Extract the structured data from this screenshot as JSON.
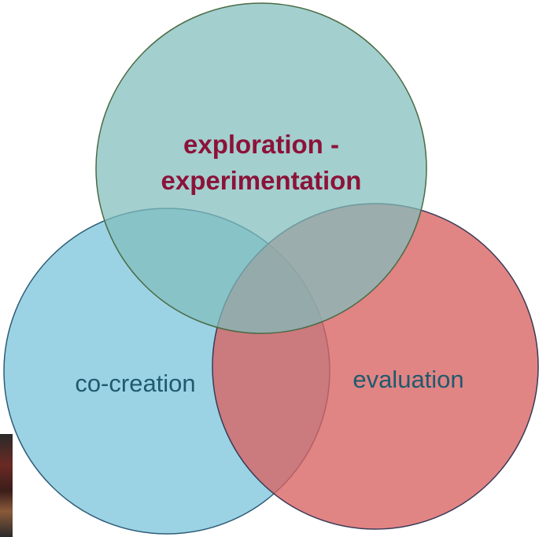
{
  "diagram": {
    "type": "venn",
    "circles": [
      {
        "id": "top",
        "label_lines": [
          "exploration -",
          "experimentation"
        ],
        "fill": "#7fbcbb",
        "stroke": "#4a6b45",
        "label_color": "#8c1239"
      },
      {
        "id": "left",
        "label_lines": [
          "co-creation"
        ],
        "fill": "#7fc6dc",
        "stroke": "#2f5c78",
        "label_color": "#1f5a6e"
      },
      {
        "id": "right",
        "label_lines": [
          "evaluation"
        ],
        "fill": "#d96262",
        "stroke": "#3b3b57",
        "label_color": "#1f5a6e"
      }
    ]
  },
  "colors": {
    "background": "#ffffff"
  }
}
